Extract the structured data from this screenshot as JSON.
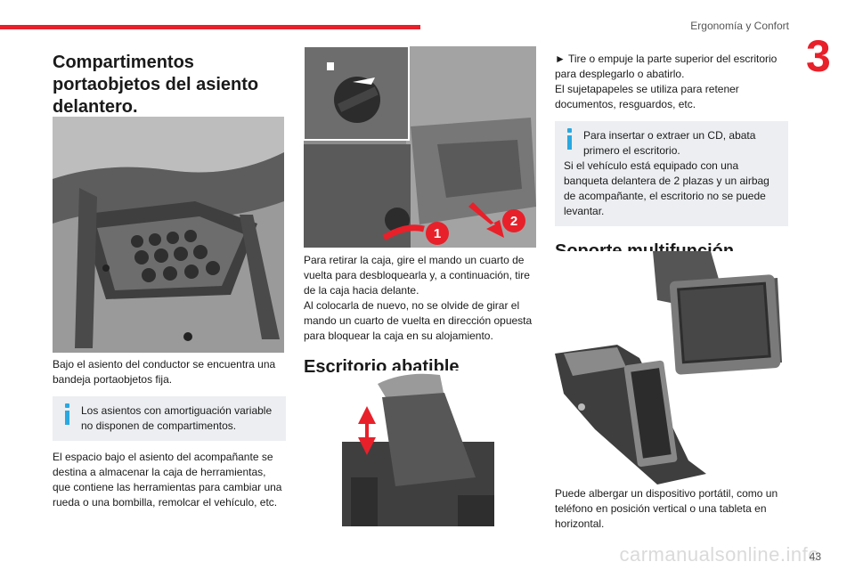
{
  "header": {
    "section": "Ergonomía y Confort",
    "chapter": "3"
  },
  "col1": {
    "title": "Compartimentos portaobjetos del asiento delantero.",
    "para1": "Bajo el asiento del conductor se encuentra una bandeja portaobjetos fija.",
    "note": "Los asientos con amortiguación variable no disponen de compartimentos.",
    "para2": "El espacio bajo el asiento del acompañante se destina a almacenar la caja de herramientas, que contiene las herramientas para cambiar una rueda o una bombilla, remolcar el vehículo, etc."
  },
  "col2": {
    "para1": "Para retirar la caja, gire el mando un cuarto de vuelta para desbloquearla y, a continuación, tire de la caja hacia delante.",
    "para2": "Al colocarla de nuevo, no se olvide de girar el mando un cuarto de vuelta en dirección opuesta para bloquear la caja en su alojamiento.",
    "title": "Escritorio abatible",
    "marker1": "1",
    "marker2": "2"
  },
  "col3": {
    "para1": "► Tire o empuje la parte superior del escritorio para desplegarlo o abatirlo.",
    "para2": "El sujetapapeles se utiliza para retener documentos, resguardos, etc.",
    "note_line1": "Para insertar o extraer un CD, abata primero el escritorio.",
    "note_line2": "Si el vehículo está equipado con una banqueta delantera de 2 plazas y un airbag de acompañante, el escritorio no se puede levantar.",
    "title": "Soporte multifunción",
    "para3": "Puede albergar un dispositivo portátil, como un teléfono en posición vertical o una tableta en horizontal."
  },
  "footer": {
    "page": "43",
    "watermark": "carmanualsonline.info"
  },
  "colors": {
    "accent": "#e8202a",
    "info": "#2aa8e0",
    "note_bg": "#eceef1"
  }
}
